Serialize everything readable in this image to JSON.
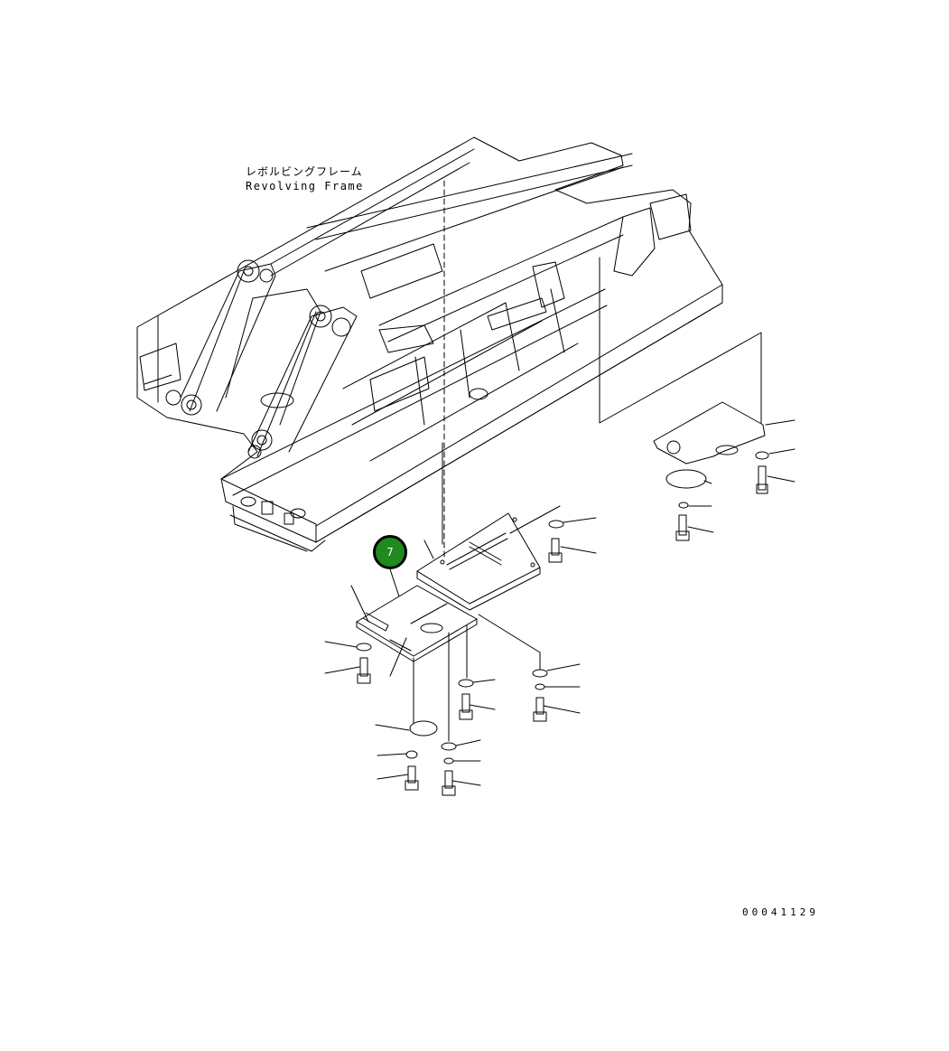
{
  "diagram": {
    "title_jp": "レボルビングフレーム",
    "title_en": "Revolving Frame",
    "callout_number": "7",
    "document_number": "00041129",
    "accent_color": "#1f8a1f",
    "line_color": "#000000"
  }
}
